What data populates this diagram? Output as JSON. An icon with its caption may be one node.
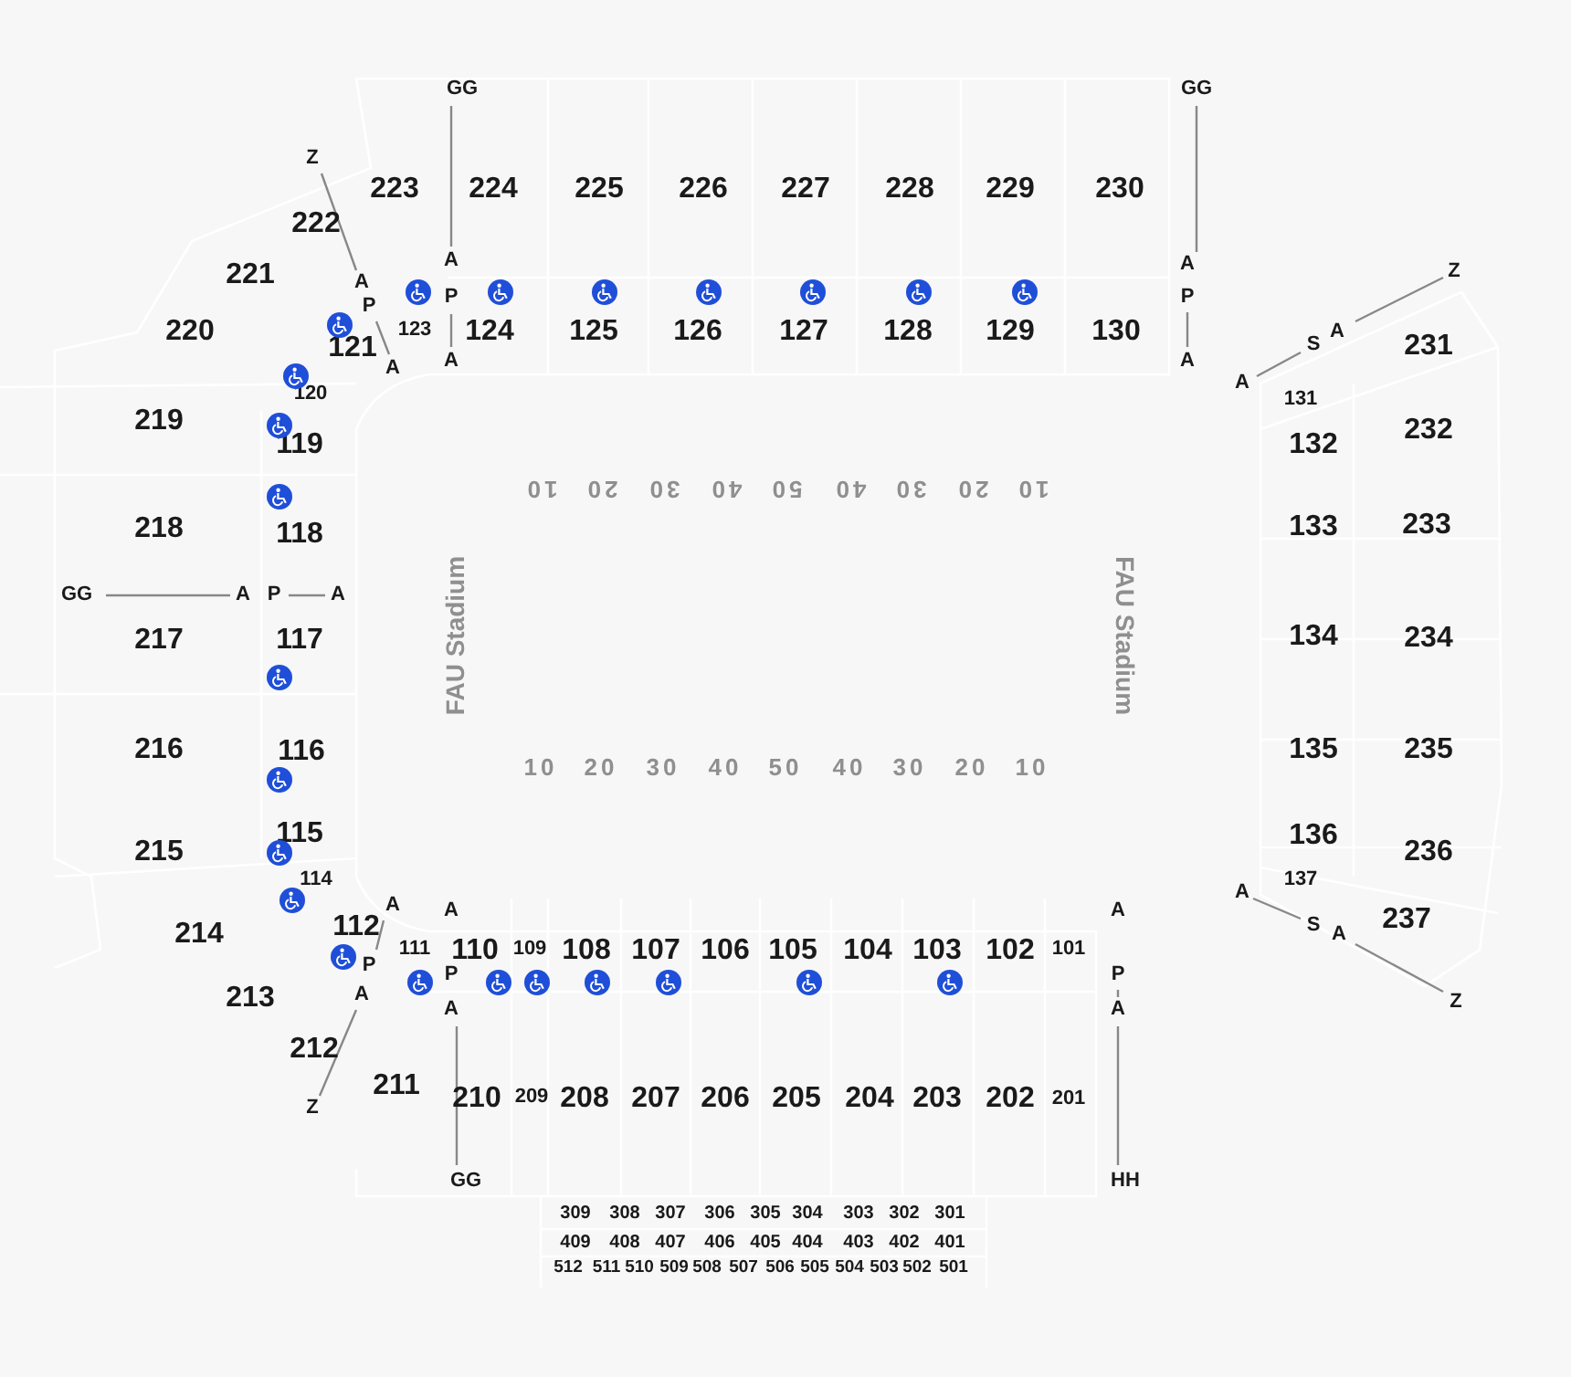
{
  "diagram": {
    "labels": [
      "GG",
      "GG",
      "Z",
      "223",
      "224",
      "225",
      "226",
      "227",
      "228",
      "229",
      "230",
      "222",
      "A",
      "A",
      "221",
      "A",
      "123",
      "P",
      "P",
      "P",
      "220",
      "121",
      "124",
      "125",
      "126",
      "127",
      "128",
      "129",
      "130",
      "A",
      "A",
      "A",
      "Z",
      "A",
      "S",
      "231",
      "120",
      "A",
      "131",
      "219",
      "119",
      "132",
      "232",
      "10",
      "20",
      "30",
      "40",
      "50",
      "40",
      "30",
      "20",
      "10",
      "218",
      "118",
      "133",
      "233",
      "GG",
      "A",
      "P",
      "A",
      "FAU Stadium",
      "FAU Stadium",
      "217",
      "117",
      "134",
      "234",
      "216",
      "116",
      "135",
      "235",
      "10",
      "20",
      "30",
      "40",
      "50",
      "40",
      "30",
      "20",
      "10",
      "215",
      "115",
      "136",
      "236",
      "114",
      "A",
      "137",
      "A",
      "A",
      "A",
      "214",
      "112",
      "S",
      "A",
      "237",
      "111",
      "110",
      "109",
      "108",
      "107",
      "106",
      "105",
      "104",
      "103",
      "102",
      "101",
      "P",
      "P",
      "P",
      "Z",
      "213",
      "A",
      "A",
      "A",
      "212",
      "211",
      "210",
      "209",
      "208",
      "207",
      "206",
      "205",
      "204",
      "203",
      "202",
      "201",
      "Z",
      "GG",
      "HH",
      "309",
      "308",
      "307",
      "306",
      "305",
      "304",
      "303",
      "302",
      "301",
      "409",
      "408",
      "407",
      "406",
      "405",
      "404",
      "403",
      "402",
      "401",
      "512",
      "511",
      "510",
      "509",
      "508",
      "507",
      "506",
      "505",
      "504",
      "503",
      "502",
      "501"
    ]
  }
}
